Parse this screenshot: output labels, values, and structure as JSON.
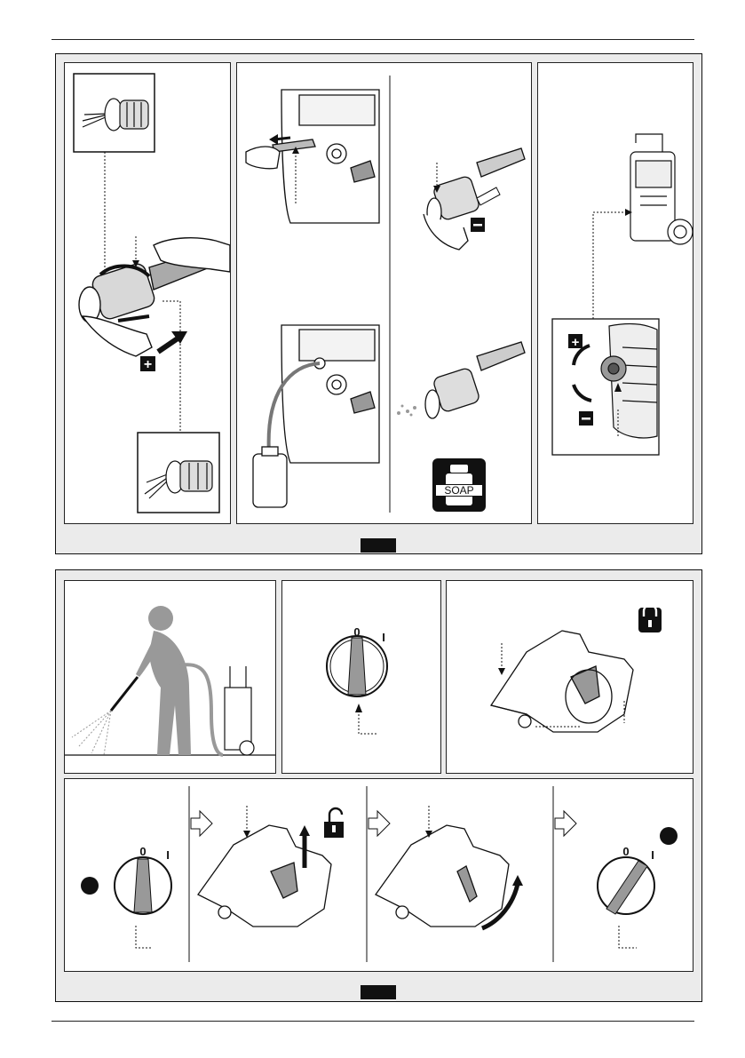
{
  "figure_top": {
    "soap_label": "SOAP",
    "plus_sign": "+",
    "minus_sign": "−"
  },
  "figure_bottom": {
    "switch_off": "0",
    "switch_on": "I"
  },
  "icons": [
    "lock-closed-icon",
    "lock-open-icon",
    "plus-icon",
    "minus-icon",
    "soap-bottle-icon",
    "arrow-right-icon"
  ]
}
